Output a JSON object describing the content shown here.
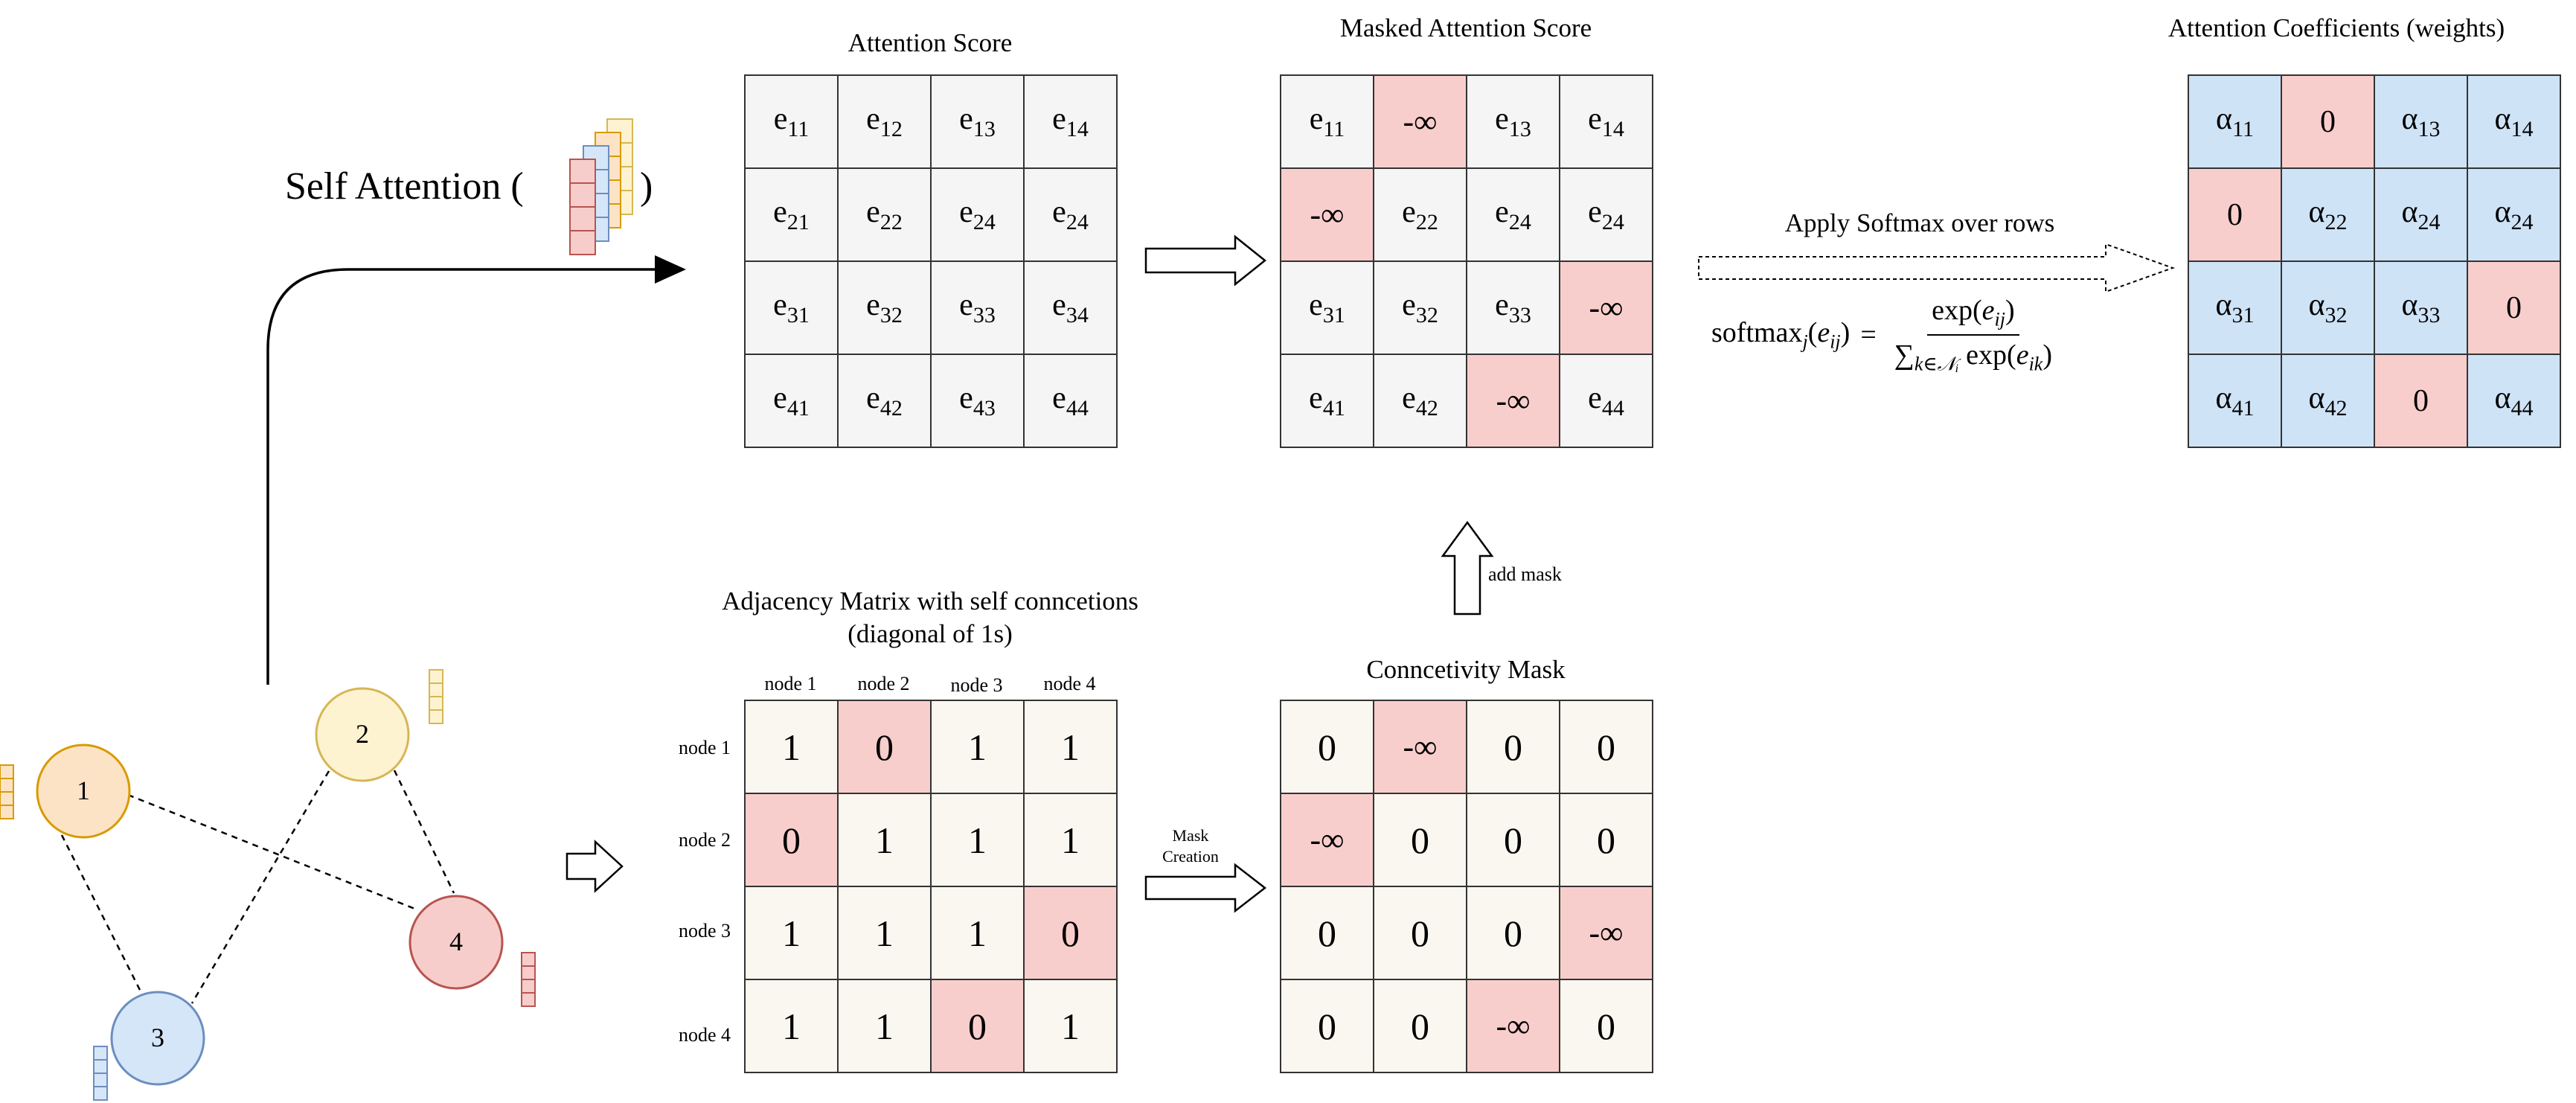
{
  "labels": {
    "self_attention": "Self Attention (",
    "self_attention_close": ")",
    "attention_score_title": "Attention Score",
    "masked_title": "Masked Attention Score",
    "coeff_title": "Attention Coefficients (weights)",
    "adj_title_line1": "Adjacency Matrix with self conncetions",
    "adj_title_line2": "(diagonal of 1s)",
    "conn_mask_title": "Conncetivity Mask",
    "apply_softmax": "Apply Softmax over rows",
    "add_mask": "add mask",
    "mask_creation_line1": "Mask",
    "mask_creation_line2": "Creation"
  },
  "formula": {
    "lhs_func": "softmax",
    "lhs_sub": "j",
    "lhs_arg_base": "e",
    "lhs_arg_sub": "ij",
    "equals": "=",
    "numerator_func": "exp(",
    "numerator_base": "e",
    "numerator_sub": "ij",
    "numerator_close": ")",
    "denominator_sum": "∑",
    "denominator_sub": "k∈𝒩ᵢ",
    "denominator_func": "exp(",
    "denominator_base": "e",
    "denominator_sub2": "ik",
    "denominator_close": ")"
  },
  "graph": {
    "nodes": [
      "1",
      "2",
      "3",
      "4"
    ],
    "node_colors": {
      "1": "#fde3c6",
      "2": "#fdf3d0",
      "3": "#d6e6f9",
      "4": "#f6cdcb"
    },
    "node_strokes": {
      "1": "#d79b00",
      "2": "#d6b656",
      "3": "#6c8ebf",
      "4": "#b85450"
    },
    "edges": [
      [
        "1",
        "3"
      ],
      [
        "1",
        "4"
      ],
      [
        "2",
        "3"
      ],
      [
        "2",
        "4"
      ]
    ]
  },
  "adjacency": {
    "col_headers": [
      "node 1",
      "node 2",
      "node 3",
      "node 4"
    ],
    "row_headers": [
      "node 1",
      "node 2",
      "node 3",
      "node 4"
    ],
    "values": [
      [
        "1",
        "0",
        "1",
        "1"
      ],
      [
        "0",
        "1",
        "1",
        "1"
      ],
      [
        "1",
        "1",
        "1",
        "0"
      ],
      [
        "1",
        "1",
        "0",
        "1"
      ]
    ]
  },
  "conn_mask": {
    "values": [
      [
        "0",
        "-∞",
        "0",
        "0"
      ],
      [
        "-∞",
        "0",
        "0",
        "0"
      ],
      [
        "0",
        "0",
        "0",
        "-∞"
      ],
      [
        "0",
        "0",
        "-∞",
        "0"
      ]
    ]
  },
  "attention_score": {
    "values": [
      [
        "11",
        "12",
        "13",
        "14"
      ],
      [
        "21",
        "22",
        "24",
        "24"
      ],
      [
        "31",
        "32",
        "33",
        "34"
      ],
      [
        "41",
        "42",
        "43",
        "44"
      ]
    ],
    "base": "e"
  },
  "masked_score": {
    "values": [
      [
        "e11",
        "-∞",
        "e13",
        "e14"
      ],
      [
        "-∞",
        "e22",
        "e24",
        "e24"
      ],
      [
        "e31",
        "e32",
        "e33",
        "-∞"
      ],
      [
        "e41",
        "e42",
        "-∞",
        "e44"
      ]
    ]
  },
  "coefficients": {
    "base": "α",
    "values": [
      [
        "α11",
        "0",
        "α13",
        "α14"
      ],
      [
        "0",
        "α22",
        "α24",
        "α24"
      ],
      [
        "α31",
        "α32",
        "α33",
        "0"
      ],
      [
        "α41",
        "α42",
        "0",
        "α44"
      ]
    ]
  },
  "colors": {
    "pink": "#f8cecc",
    "blue": "#cfe3f7",
    "grey": "#f5f5f5",
    "cream": "#f9f7ef"
  }
}
